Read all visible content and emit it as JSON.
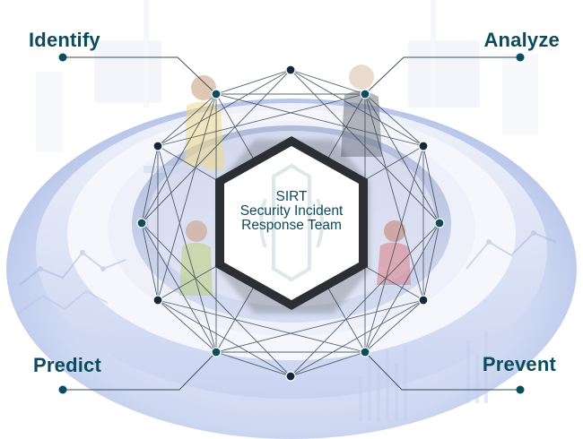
{
  "labels": {
    "identify": "Identify",
    "analyze": "Analyze",
    "predict": "Predict",
    "prevent": "Prevent"
  },
  "center": {
    "line1": "SIRT",
    "line2": "Security Incident",
    "line3": "Response Team"
  },
  "colors": {
    "label_text": "#0c4a5e",
    "node_fill": "#0b4d5f",
    "node_dark": "#14283d",
    "edge_line": "#3b4a56",
    "hexagon_border": "#2b2f33",
    "platform_light": "#eef2fb",
    "platform_mid": "#dfe6f7",
    "platform_dark": "#b9c6ec"
  },
  "icons": [
    "person-at-desk-icon",
    "person-with-laptop-icon",
    "monitor-icon",
    "hexagon-shield-icon"
  ]
}
